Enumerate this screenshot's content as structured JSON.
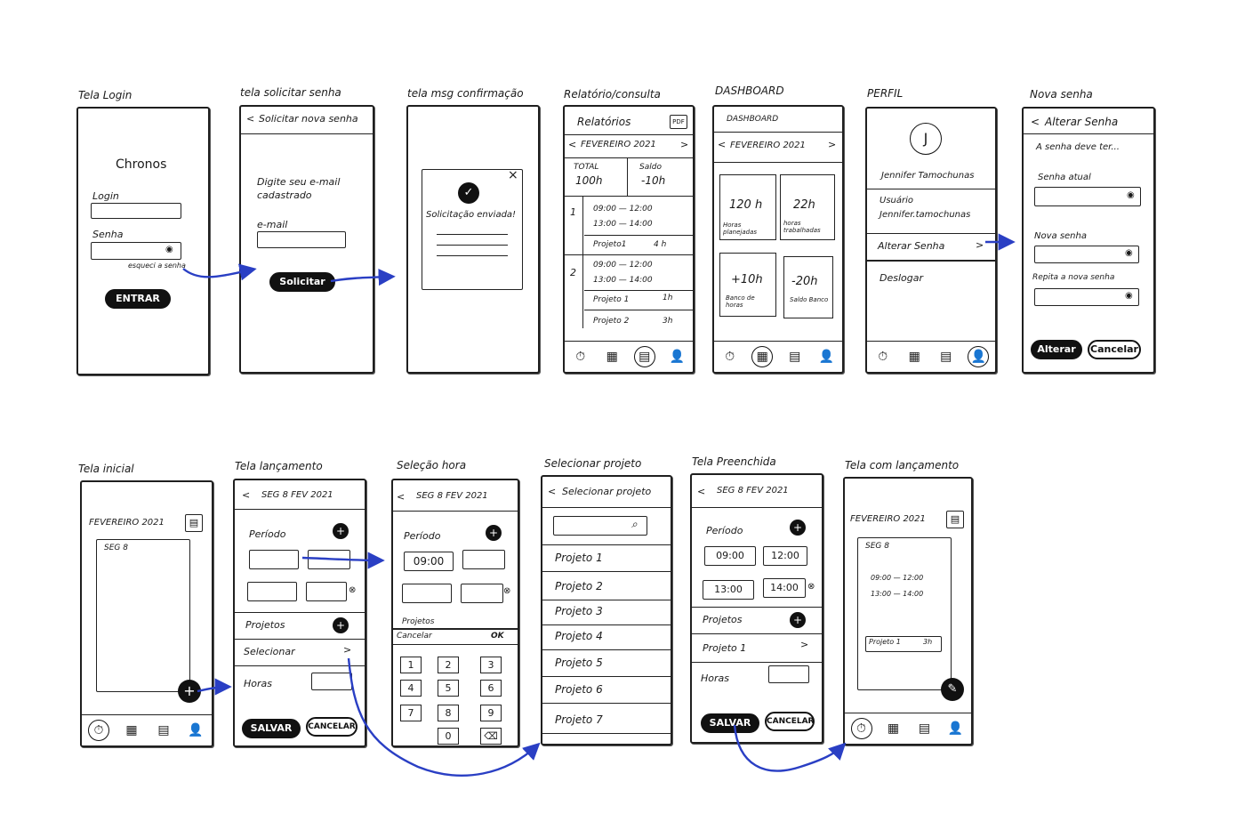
{
  "colors": {
    "arrow": "#2a3fc4",
    "ink": "#1a1a1a"
  },
  "captions": {
    "login": "Tela Login",
    "solicitar": "tela solicitar senha",
    "confirm": "tela msg confirmação",
    "relatorio": "Relatório/consulta",
    "dashboard": "DASHBOARD",
    "perfil": "PERFIL",
    "nova": "Nova senha",
    "inicial": "Tela inicial",
    "lancamento": "Tela lançamento",
    "selhora": "Seleção hora",
    "selproj": "Selecionar projeto",
    "preenchida": "Tela Preenchida",
    "comlanc": "Tela com lançamento"
  },
  "login": {
    "app": "Chronos",
    "login_label": "Login",
    "senha_label": "Senha",
    "forgot": "esqueci a senha",
    "enter": "ENTRAR"
  },
  "solicitar": {
    "back": "<",
    "title": "Solicitar nova senha",
    "prompt1": "Digite seu e-mail",
    "prompt2": "cadastrado",
    "email_label": "e-mail",
    "submit": "Solicitar"
  },
  "confirm": {
    "close": "×",
    "message": "Solicitação enviada!"
  },
  "relatorio": {
    "title": "Relatórios",
    "pdf": "PDF",
    "month": "FEVEREIRO 2021",
    "total_label": "TOTAL",
    "total": "100h",
    "saldo_label": "Saldo",
    "saldo": "-10h",
    "day1": "1",
    "d1r1": "09:00 — 12:00",
    "d1r2": "13:00 — 14:00",
    "d1p": "Projeto1",
    "d1h": "4 h",
    "day2": "2",
    "d2r1": "09:00 — 12:00",
    "d2r2": "13:00 — 14:00",
    "d2p1": "Projeto 1",
    "d2h1": "1h",
    "d2p2": "Projeto 2",
    "d2h2": "3h"
  },
  "dashboard": {
    "title": "DASHBOARD",
    "month": "FEVEREIRO 2021",
    "t1v": "120 h",
    "t1l": "Horas planejadas",
    "t2v": "22h",
    "t2l": "horas trabalhadas",
    "t3v": "+10h",
    "t3l": "Banco de horas",
    "t4v": "-20h",
    "t4l": "Saldo Banco"
  },
  "perfil": {
    "initial": "J",
    "name": "Jennifer Tamochunas",
    "user_label": "Usuário",
    "user": "Jennifer.tamochunas",
    "alter": "Alterar Senha",
    "alter_chev": ">",
    "logout": "Deslogar"
  },
  "nova": {
    "back": "<",
    "title": "Alterar Senha",
    "hint": "A senha deve ter...",
    "current": "Senha atual",
    "new": "Nova senha",
    "repeat": "Repita a nova senha",
    "save": "Alterar",
    "cancel": "Cancelar"
  },
  "inicial": {
    "month": "FEVEREIRO 2021",
    "day": "SEG 8",
    "fab": "+"
  },
  "lanc": {
    "back": "<",
    "date": "SEG 8 FEV 2021",
    "periodo": "Período",
    "projetos": "Projetos",
    "selecionar": "Selecionar",
    "chev": ">",
    "horas": "Horas",
    "save": "SALVAR",
    "cancel": "CANCELAR"
  },
  "hora": {
    "back": "<",
    "date": "SEG 8 FEV 2021",
    "periodo": "Período",
    "time": "09:00",
    "projetos": "Projetos",
    "cancel": "Cancelar",
    "ok": "OK",
    "keys": [
      "1",
      "2",
      "3",
      "4",
      "5",
      "6",
      "7",
      "8",
      "9",
      "0",
      "⌫"
    ]
  },
  "proj": {
    "back": "<",
    "title": "Selecionar projeto",
    "items": [
      "Projeto 1",
      "Projeto 2",
      "Projeto 3",
      "Projeto 4",
      "Projeto 5",
      "Projeto 6",
      "Projeto 7"
    ]
  },
  "preen": {
    "back": "<",
    "date": "SEG 8 FEV 2021",
    "periodo": "Período",
    "t1": "09:00",
    "t2": "12:00",
    "t3": "13:00",
    "t4": "14:00",
    "projetos": "Projetos",
    "proj": "Projeto 1",
    "chev": ">",
    "horas": "Horas",
    "save": "SALVAR",
    "cancel": "CANCELAR"
  },
  "com": {
    "month": "FEVEREIRO 2021",
    "day": "SEG 8",
    "r1": "09:00 — 12:00",
    "r2": "13:00 — 14:00",
    "proj": "Projeto 1",
    "h": "3h",
    "fab": "✎"
  },
  "nav": {
    "clock": "⏱",
    "grid": "▦",
    "doc": "▤",
    "user": "👤"
  }
}
